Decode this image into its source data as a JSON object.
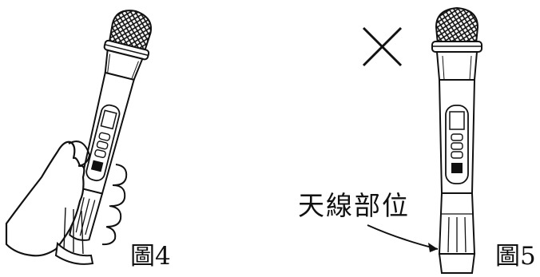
{
  "figure4": {
    "caption": "圖4"
  },
  "figure5": {
    "caption": "圖5",
    "callout": "天線部位"
  },
  "icons": {
    "hold": "hand-holding-handle-icon",
    "wrong": "cross-mark-icon",
    "mic": "wireless-microphone-icon"
  }
}
